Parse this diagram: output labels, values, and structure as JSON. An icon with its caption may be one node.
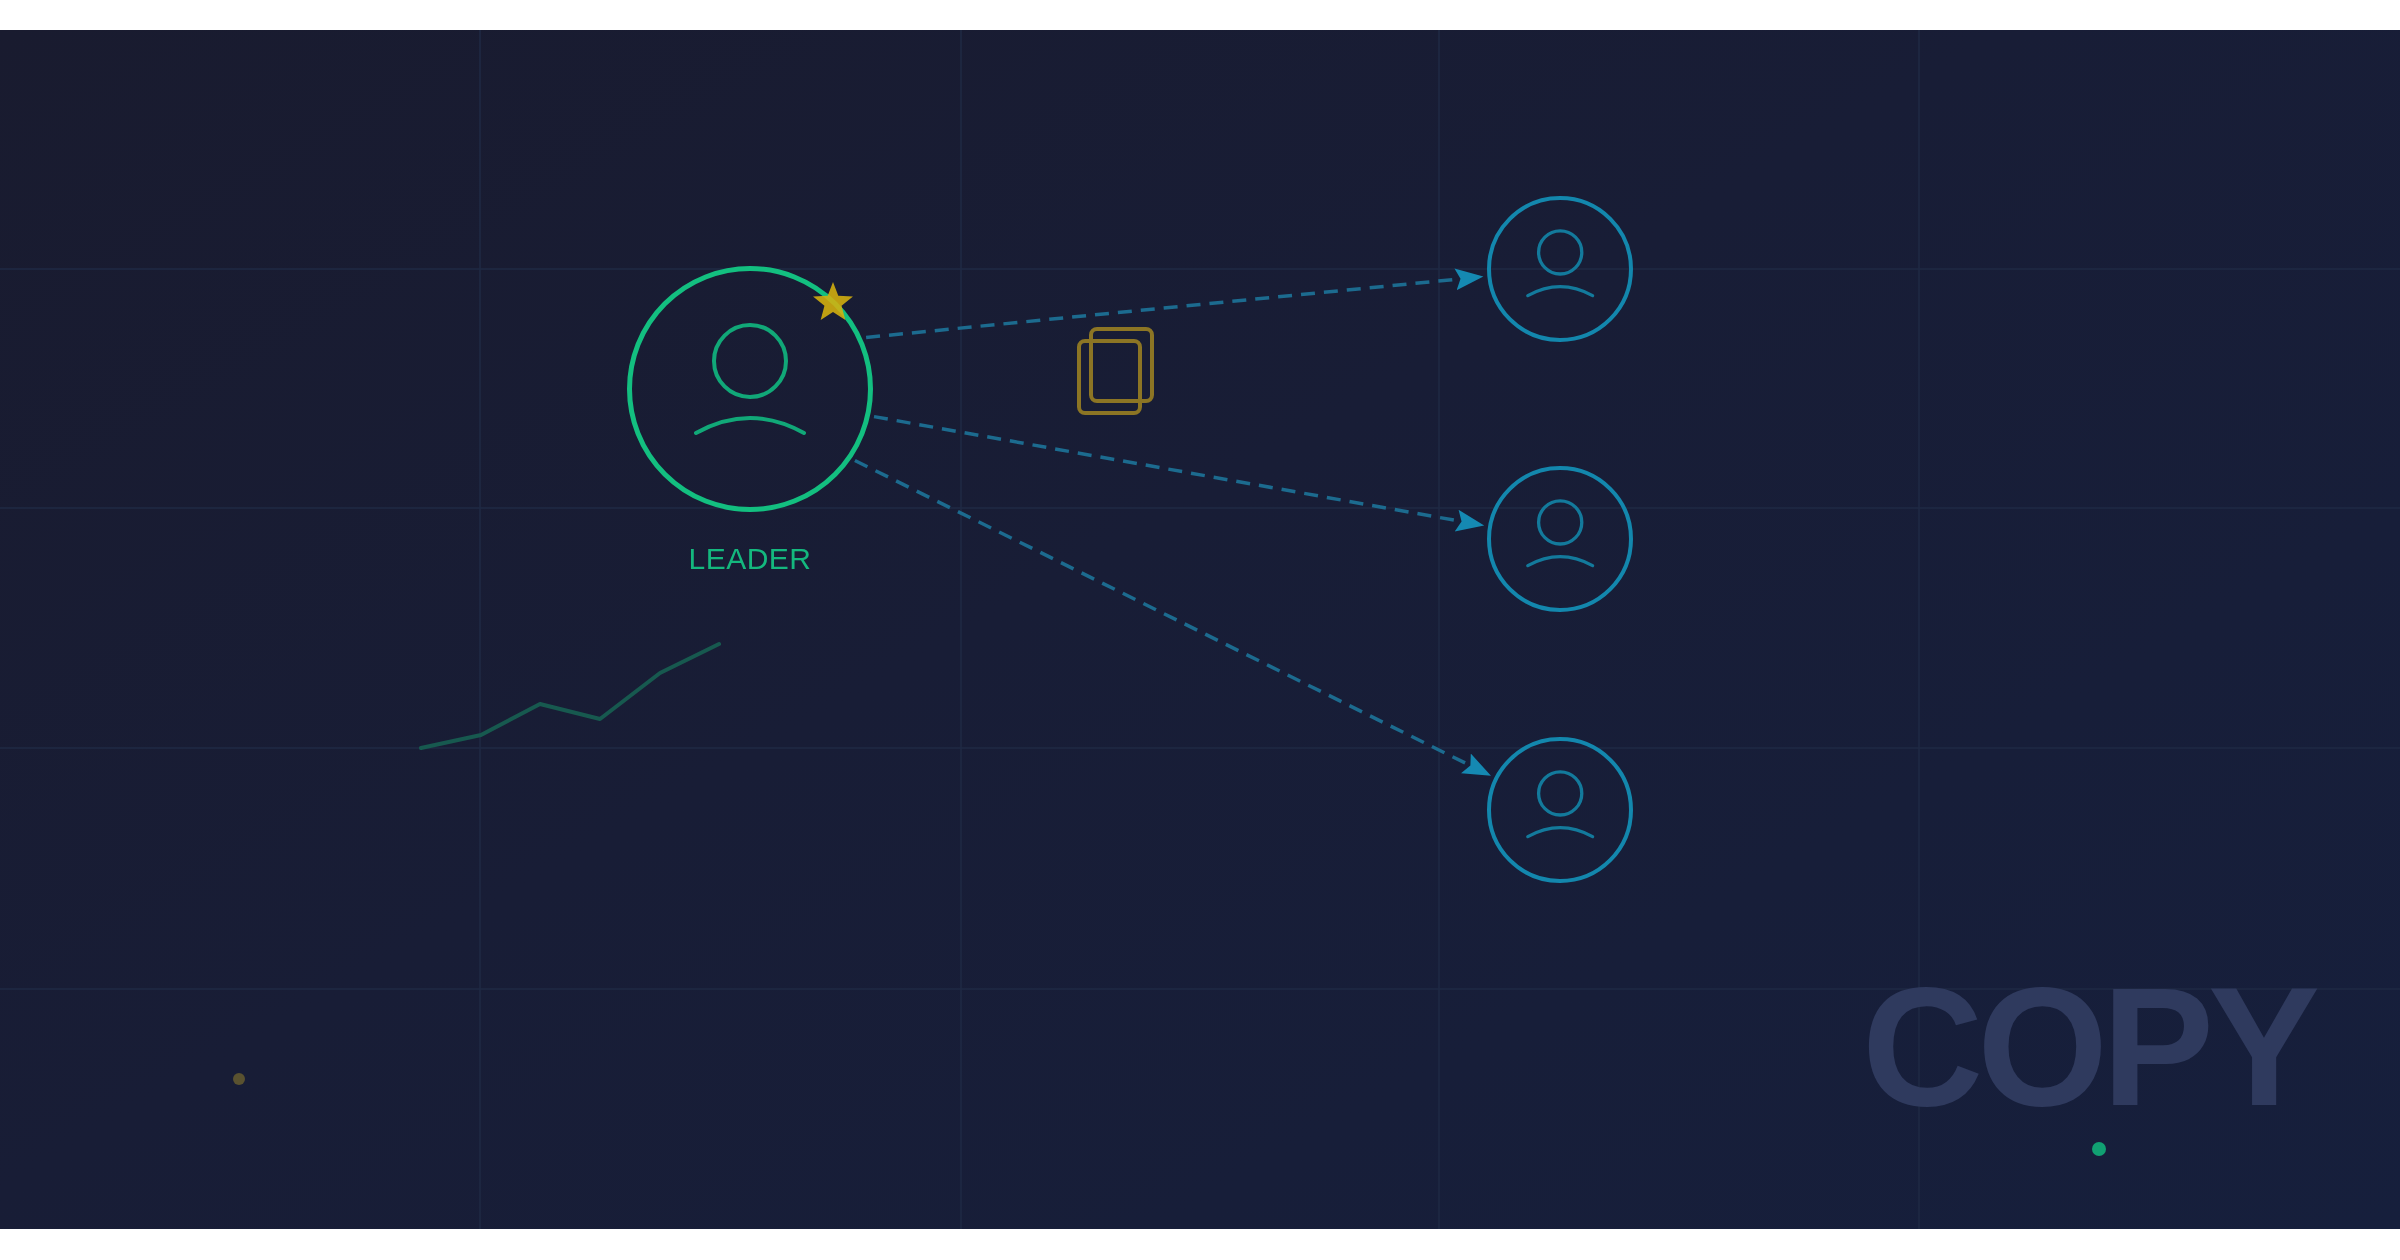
{
  "diagram": {
    "nodes": [
      {
        "text": [
          "LEADER"
        ]
      },
      {
        "text": [],
        "shape": "person"
      },
      {
        "text": [],
        "shape": "person"
      },
      {
        "text": [],
        "shape": "person"
      }
    ],
    "edges": [
      {
        "from": 0,
        "to": 1,
        "arrow": "to",
        "style": "dashed"
      },
      {
        "from": 0,
        "to": 2,
        "arrow": "to",
        "style": "dashed"
      },
      {
        "from": 0,
        "to": 3,
        "arrow": "to",
        "style": "dashed"
      }
    ],
    "labels": [
      "COPY"
    ]
  }
}
